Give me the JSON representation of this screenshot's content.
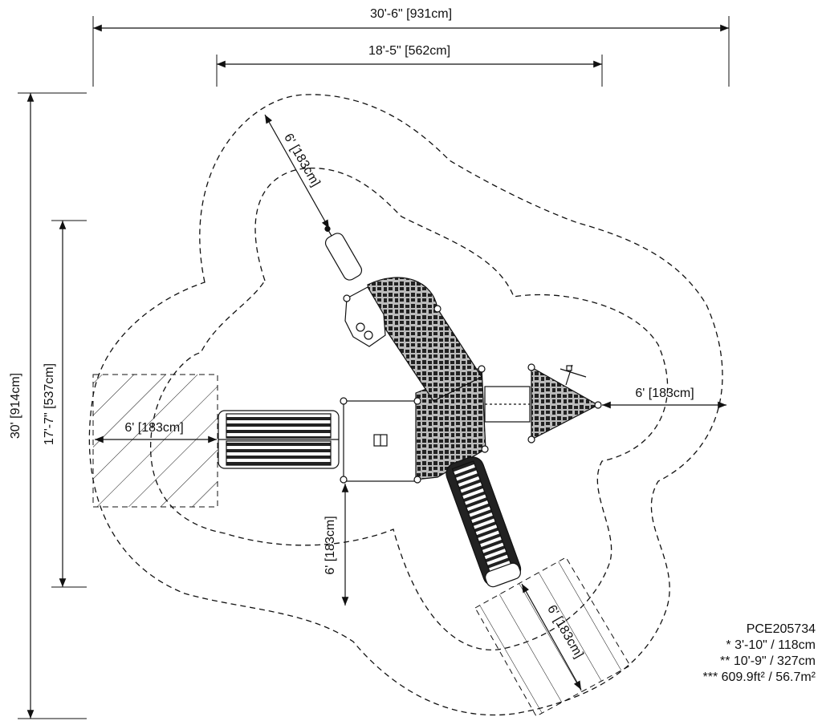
{
  "dimensions": {
    "overall_width": "30'-6\" [931cm]",
    "structure_width": "18'-5\" [562cm]",
    "overall_depth": "30' [914cm]",
    "structure_depth": "17'-7\" [537cm]",
    "clearance_top": "6' [183cm]",
    "clearance_right": "6' [183cm]",
    "clearance_left": "6' [183cm]",
    "clearance_bottom": "6' [183cm]",
    "clearance_slide": "6' [183cm]"
  },
  "spec": {
    "model": "PCE205734",
    "line1": "* 3'-10\" / 118cm",
    "line2": "** 10'-9\" / 327cm",
    "line3": "*** 609.9ft² / 56.7m²"
  },
  "colors": {
    "line": "#111111",
    "background": "#ffffff"
  }
}
